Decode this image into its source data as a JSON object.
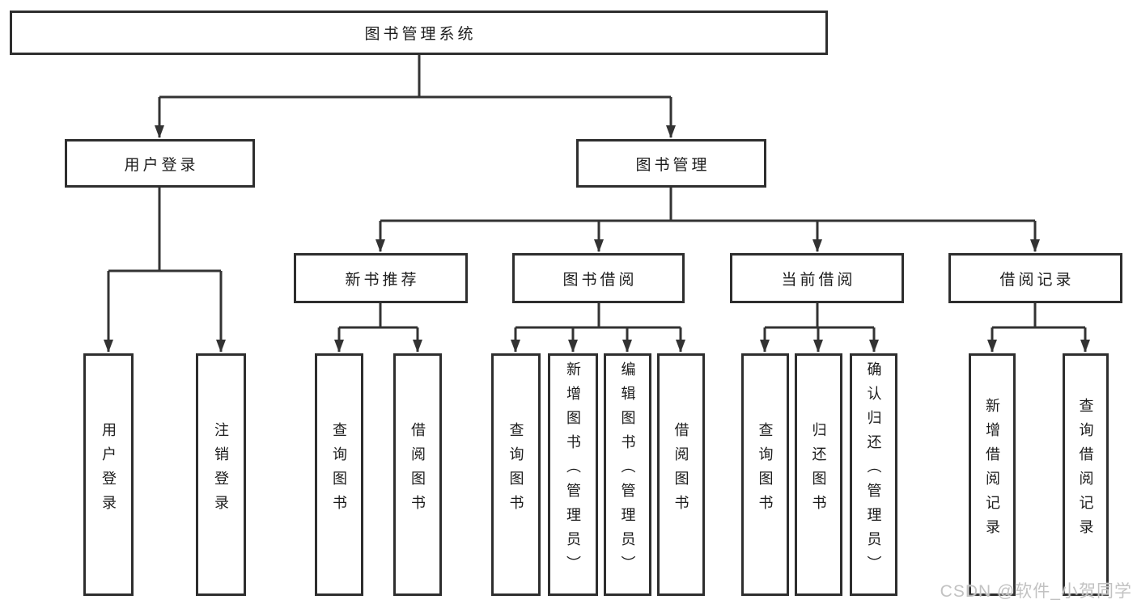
{
  "tree": {
    "root": {
      "label": "图书管理系统",
      "children": [
        {
          "label": "用户登录",
          "children": [
            {
              "label": "用户登录"
            },
            {
              "label": "注销登录"
            }
          ]
        },
        {
          "label": "图书管理",
          "children": [
            {
              "label": "新书推荐",
              "children": [
                {
                  "label": "查询图书"
                },
                {
                  "label": "借阅图书"
                }
              ]
            },
            {
              "label": "图书借阅",
              "children": [
                {
                  "label": "查询图书"
                },
                {
                  "label": "新增图书（管理员）"
                },
                {
                  "label": "编辑图书（管理员）"
                },
                {
                  "label": "借阅图书"
                }
              ]
            },
            {
              "label": "当前借阅",
              "children": [
                {
                  "label": "查询图书"
                },
                {
                  "label": "归还图书"
                },
                {
                  "label": "确认归还（管理员）"
                }
              ]
            },
            {
              "label": "借阅记录",
              "children": [
                {
                  "label": "新增借阅记录"
                },
                {
                  "label": "查询借阅记录"
                }
              ]
            }
          ]
        }
      ]
    }
  },
  "watermark": "CSDN @软件_小贺同学",
  "colors": {
    "line": "#333333",
    "box_border": "#2e2e2e",
    "text": "#1c1c1c",
    "background": "#ffffff",
    "watermark": "#c2c2c2"
  }
}
